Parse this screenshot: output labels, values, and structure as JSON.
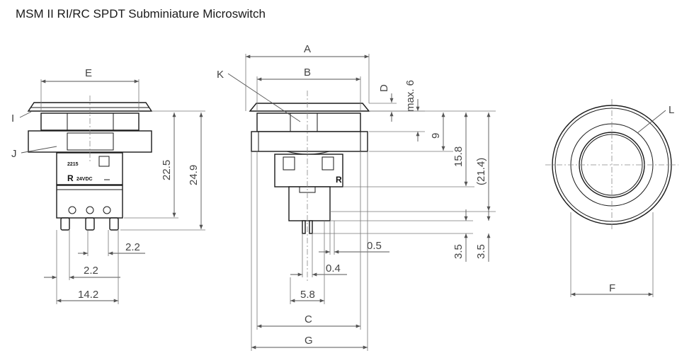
{
  "title": "MSM II RI/RC SPDT Subminiature Microswitch",
  "left_view": {
    "labels": {
      "E": "E",
      "I": "I",
      "J": "J"
    },
    "dims": {
      "d22_5": "22.5",
      "d24_9": "24.9",
      "d2_2_top": "2.2",
      "d2_2_bot": "2.2",
      "d14_2": "14.2"
    },
    "marking": {
      "code": "2215",
      "voltage": "24VDC",
      "r": "R"
    }
  },
  "mid_view": {
    "labels": {
      "A": "A",
      "B": "B",
      "K": "K",
      "D": "D",
      "C": "C",
      "G": "G"
    },
    "dims": {
      "max6": "max. 6",
      "d9": "9",
      "d15_8": "15.8",
      "d21_4": "(21.4)",
      "d3_5a": "3.5",
      "d3_5b": "3.5",
      "d0_5": "0.5",
      "d0_4": "0.4",
      "d5_8": "5.8"
    },
    "marking": {
      "r": "R"
    }
  },
  "right_view": {
    "labels": {
      "L": "L",
      "F": "F"
    }
  }
}
